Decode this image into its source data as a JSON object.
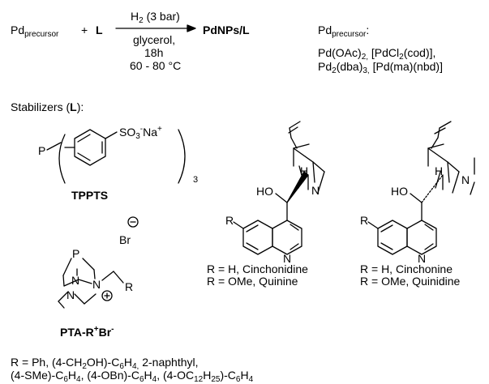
{
  "reaction": {
    "reactant_precursor_main": "Pd",
    "reactant_precursor_sub": "precursor",
    "plus": "+",
    "ligand": "L",
    "above_arrow_main": "H",
    "above_arrow_sub": "2",
    "above_arrow_rest": " (3 bar)",
    "below_arrow_line1": "glycerol,",
    "below_arrow_line2": "18h",
    "below_arrow_line3": "60 - 80 °C",
    "product": "PdNPs/L"
  },
  "precursors": {
    "title_main": "Pd",
    "title_sub": "precursor",
    "title_colon": ":",
    "line1_a": "Pd(OAc)",
    "line1_a_sub": "2,",
    "line1_b": " [PdCl",
    "line1_b_sub": "2",
    "line1_c": "(cod)],",
    "line2_a": "Pd",
    "line2_a_sub": "2",
    "line2_b": "(dba)",
    "line2_b_sub": "3,",
    "line2_c": " [Pd(ma)(nbd)]"
  },
  "stabilizers": {
    "title_a": "Stabilizers (",
    "title_b": "L",
    "title_c": "):"
  },
  "tppts": {
    "p_atom": "P",
    "so3": "SO",
    "so3_sub": "3",
    "so3_sup": "-",
    "na": "Na",
    "na_sup": "+",
    "repeat": "3",
    "name": "TPPTS"
  },
  "pta": {
    "p_atom": "P",
    "br": "Br",
    "n1": "N",
    "n2": "N",
    "n3": "N",
    "r": "R",
    "name_a": "PTA-R",
    "name_sup1": "+",
    "name_b": "Br",
    "name_sup2": "-"
  },
  "cinchona_left": {
    "ho": "HO",
    "h": "H",
    "n_bridge": "N",
    "n_quin": "N",
    "r": "R",
    "label1": "R = H, Cinchonidine",
    "label2": "R = OMe, Quinine"
  },
  "cinchona_right": {
    "ho": "HO",
    "h": "H",
    "n_bridge": "N",
    "n_quin": "N",
    "r": "R",
    "label1": "R = H, Cinchonine",
    "label2": "R = OMe, Quinidine"
  },
  "r_groups": {
    "l1_a": "R = Ph, (4-CH",
    "l1_a_sub": "2",
    "l1_b": "OH)-C",
    "l1_b_sub": "6",
    "l1_c": "H",
    "l1_c_sub": "4,",
    "l1_d": " 2-naphthyl,",
    "l2_a": "(4-SMe)-C",
    "l2_a_sub": "6",
    "l2_b": "H",
    "l2_b_sub": "4",
    "l2_c": ", (4-OBn)-C",
    "l2_c_sub": "6",
    "l2_d": "H",
    "l2_d_sub": "4",
    "l2_e": ", (4-OC",
    "l2_e_sub": "12",
    "l2_f": "H",
    "l2_f_sub": "25",
    "l2_g": ")-C",
    "l2_g_sub": "6",
    "l2_h": "H",
    "l2_h_sub": "4"
  }
}
